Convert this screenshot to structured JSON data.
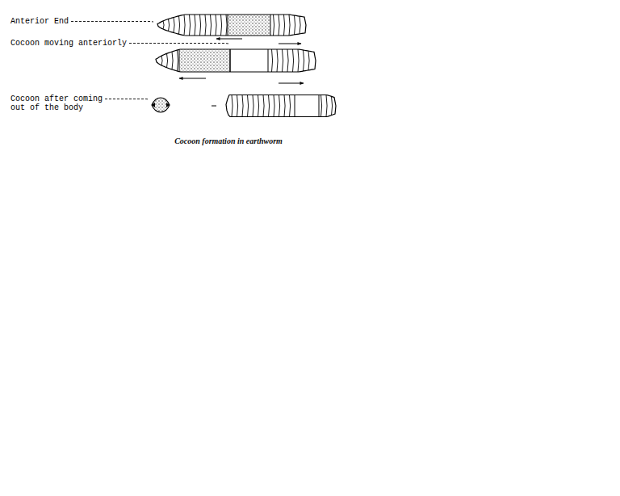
{
  "diagram": {
    "caption": "Cocoon formation in earthworm",
    "labels": [
      "Anterior End",
      "Cocoon moving anteriorly",
      "Cocoon after coming out of the body"
    ]
  }
}
